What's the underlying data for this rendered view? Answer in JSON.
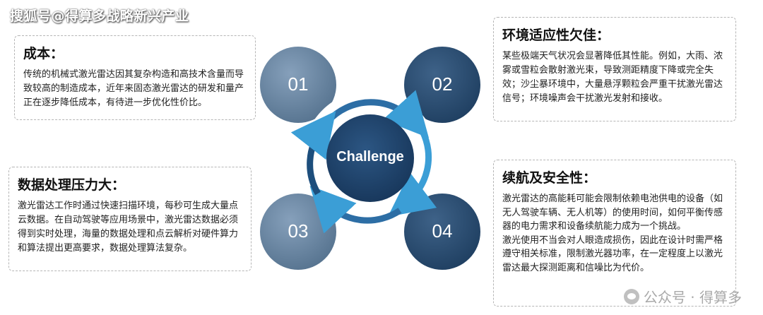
{
  "watermark_top": "搜狐号@得算多战略新兴产业",
  "watermark_bottom": "公众号 · 得算多",
  "center": {
    "label": "Challenge"
  },
  "circles": [
    {
      "label": "01"
    },
    {
      "label": "02"
    },
    {
      "label": "03"
    },
    {
      "label": "04"
    }
  ],
  "cards": {
    "cost": {
      "title": "成本：",
      "body": "传统的机械式激光雷达因其复杂构造和高技术含量而导致较高的制造成本，近年来固态激光雷达的研发和量产正在逐步降低成本，有待进一步优化性价比。"
    },
    "env": {
      "title": "环境适应性欠佳：",
      "body": "某些极端天气状况会显著降低其性能。例如，大雨、浓雾或雪粒会散射激光束，导致测距精度下降或完全失效；沙尘暴环境中，大量悬浮颗粒会严重干扰激光雷达信号；环境噪声会干扰激光发射和接收。"
    },
    "data": {
      "title": "数据处理压力大：",
      "body": "激光雷达工作时通过快速扫描环境，每秒可生成大量点云数据。在自动驾驶等应用场景中，激光雷达数据必须得到实时处理，海量的数据处理和点云解析对硬件算力和算法提出更高要求，数据处理算法复杂。"
    },
    "range": {
      "title": "续航及安全性：",
      "body1": "激光雷达的高能耗可能会限制依赖电池供电的设备（如无人驾驶车辆、无人机等）的使用时间，如何平衡传感器的电力需求和设备续航能力成为一个挑战。",
      "body2": "激光使用不当会对人眼造成损伤，因此在设计时需严格遵守相关标准，限制激光器功率，在一定程度上以激光雷达最大探测距离和信噪比为代价。"
    }
  },
  "colors": {
    "circle_light": "#6f8aa8",
    "circle_dark": "#2e4f71",
    "center": "#22466d",
    "arrow": "#3b9ed6"
  }
}
